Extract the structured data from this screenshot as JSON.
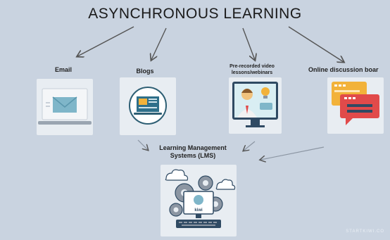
{
  "title": "ASYNCHRONOUS LEARNING",
  "nodes": {
    "email": "Email",
    "blogs": "Blogs",
    "video": "Pre-recorded video lessons/webinars",
    "forum": "Online discussion boar",
    "lms": "Learning Management Systems (LMS)"
  },
  "lms_screen_text": "kiwi",
  "watermark": "STARTKIWI.CO",
  "colors": {
    "background": "#c9d3e0",
    "card": "#e8edf2",
    "arrow": "#555555",
    "envelope": "#7fb6c9",
    "forum_red": "#e14a4a",
    "forum_yellow": "#f2b23a"
  }
}
